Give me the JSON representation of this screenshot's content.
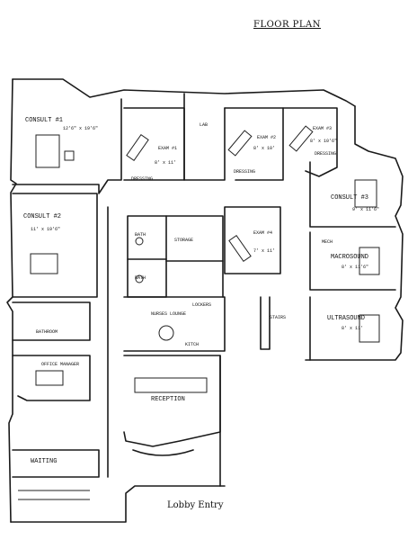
{
  "title": "FLOOR PLAN",
  "rooms": {
    "consult1": {
      "name": "CONSULT #1",
      "size": "12'6\" x 19'6\""
    },
    "exam1": {
      "name": "EXAM #1",
      "size": "8' x 11'"
    },
    "lab": {
      "name": "LAB"
    },
    "exam2": {
      "name": "EXAM #2",
      "size": "8' x 10'"
    },
    "exam3": {
      "name": "EXAM #3",
      "size": "8' x 10'6\""
    },
    "consult2": {
      "name": "CONSULT #2",
      "size": "11' x 19'6\""
    },
    "consult3": {
      "name": "CONSULT #3",
      "size": "9' x 11'6\""
    },
    "exam4": {
      "name": "EXAM #4",
      "size": "7' x 11'"
    },
    "macro": {
      "name": "MACROSOUND",
      "size": "8' x 11'6\""
    },
    "ultrasound": {
      "name": "ULTRASOUND",
      "size": "8' x 11'"
    },
    "bath1": {
      "name": "BATH"
    },
    "bath2": {
      "name": "BATH"
    },
    "bathroom": {
      "name": "BATHROOM"
    },
    "nurses": {
      "name": "NURSES LOUNGE"
    },
    "kitchen": {
      "name": "KITCH"
    },
    "office": {
      "name": "OFFICE MANAGER"
    },
    "reception": {
      "name": "RECEPTION"
    },
    "waiting": {
      "name": "WAITING"
    },
    "entry": "Lobby Entry"
  },
  "small_labels": {
    "dressing1": "DRESSING",
    "dressing2": "DRESSING",
    "dressing3": "DRESSING",
    "storage": "STORAGE",
    "lockers": "LOCKERS",
    "stairs": "STAIRS",
    "mech": "MECH"
  }
}
